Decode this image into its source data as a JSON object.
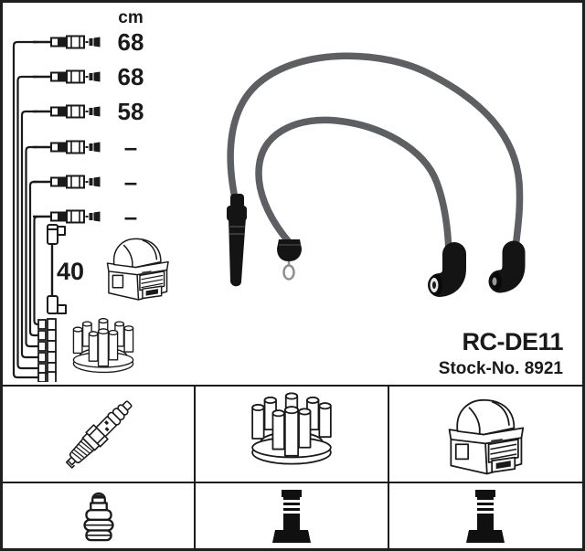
{
  "header": {
    "unit": "cm"
  },
  "leads": [
    {
      "length": "68"
    },
    {
      "length": "68"
    },
    {
      "length": "58"
    },
    {
      "length": "–"
    },
    {
      "length": "–"
    },
    {
      "length": "–"
    }
  ],
  "coil_wire": {
    "length": "40"
  },
  "product": {
    "model": "RC-DE11",
    "stock_no": "Stock-No. 8921"
  },
  "colors": {
    "line": "#1a1a1a",
    "cable": "#5d5f62",
    "boot": "#141414",
    "frame": "#1f1f1f",
    "background": "#ffffff"
  }
}
